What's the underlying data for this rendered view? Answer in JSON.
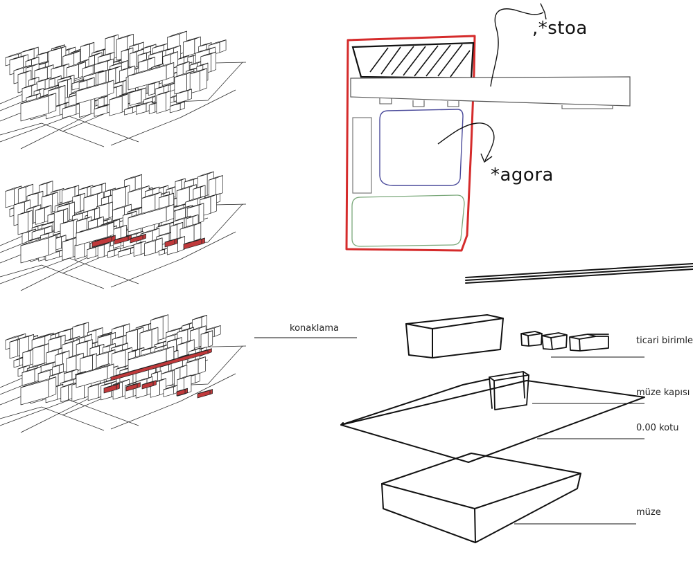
{
  "annotations": {
    "stoa": ",*stoa",
    "agora": "*agora"
  },
  "exploded_labels": {
    "konaklama": "konaklama",
    "ticari": "ticari birimler",
    "muze_kapisi": "müze kapısı",
    "kot": "0.00 kotu",
    "muze": "müze"
  },
  "colors": {
    "site_boundary": "#d52b2b",
    "highlight_fill": "#c0393b",
    "agora_outline": "#4a4a9a",
    "green_area": "#7aa87a",
    "ink": "#111111"
  }
}
